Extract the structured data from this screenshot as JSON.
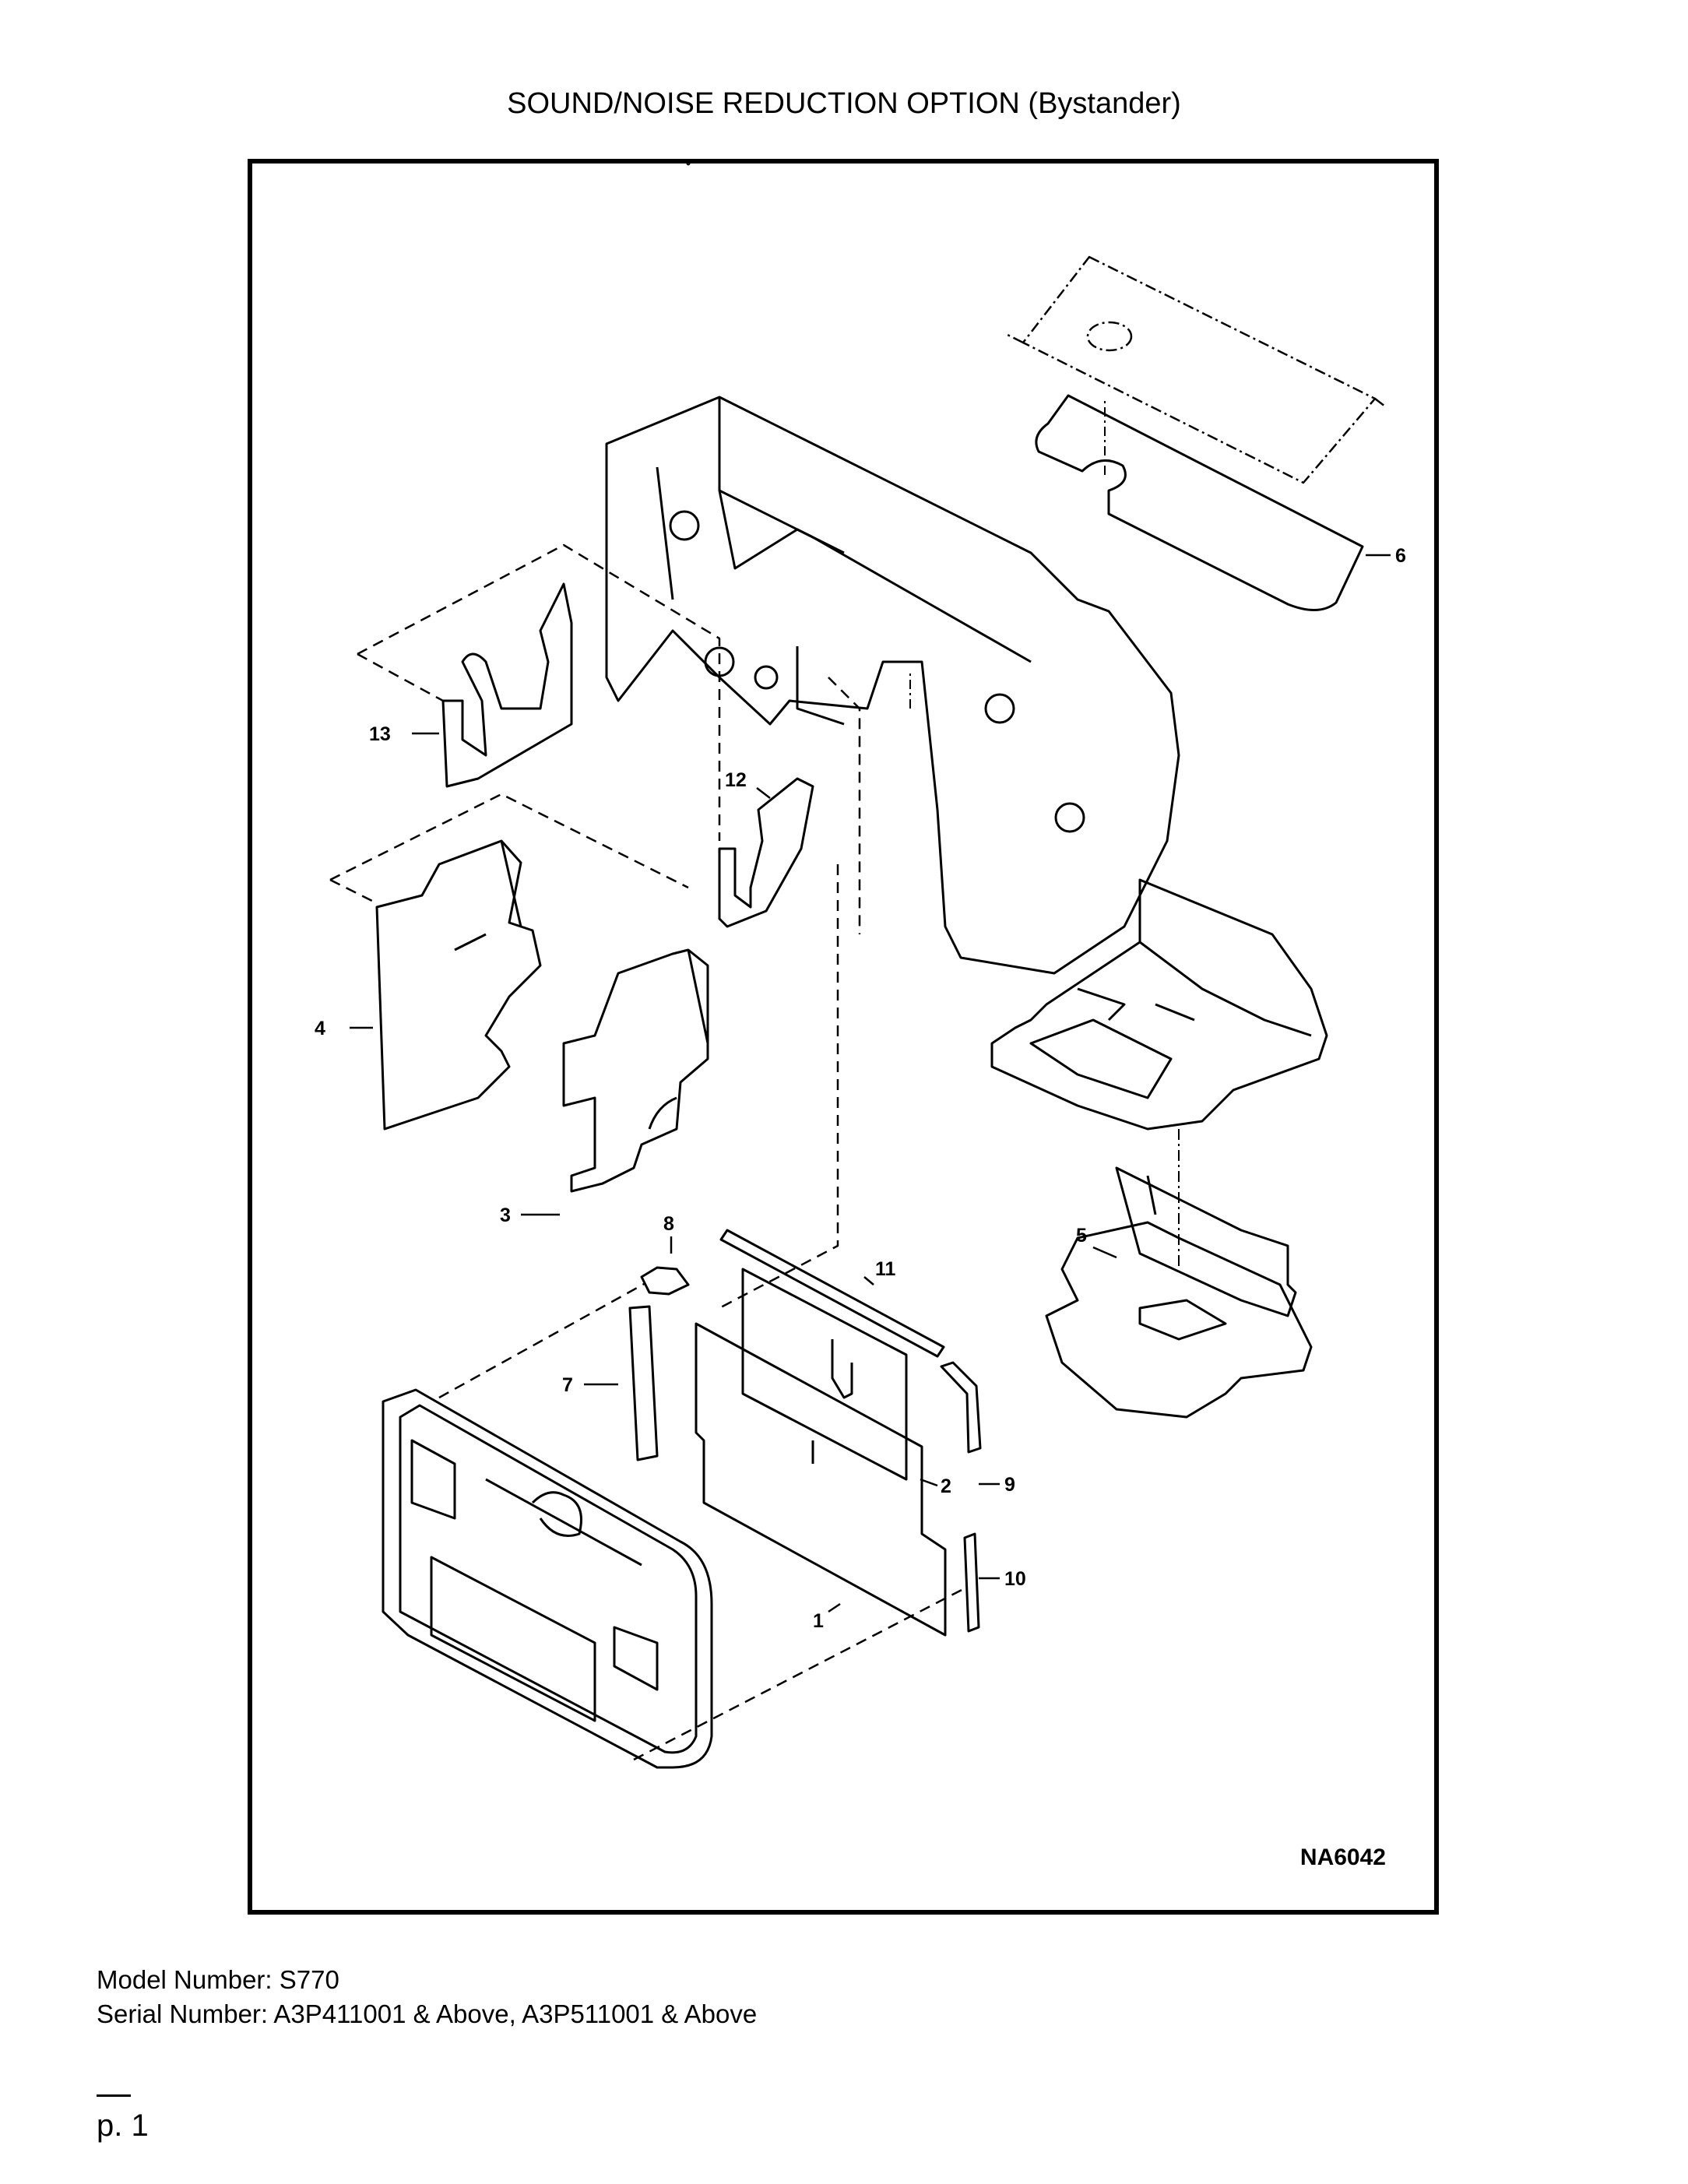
{
  "page": {
    "title": "SOUND/NOISE REDUCTION OPTION (Bystander)",
    "diagram_code": "NA6042",
    "model_line": "Model Number: S770",
    "serial_line": "Serial Number: A3P411001 & Above, A3P511001 & Above",
    "page_number": "p. 1"
  },
  "callouts": [
    {
      "id": "1",
      "label": "1"
    },
    {
      "id": "2",
      "label": "2"
    },
    {
      "id": "3",
      "label": "3"
    },
    {
      "id": "4",
      "label": "4"
    },
    {
      "id": "5",
      "label": "5"
    },
    {
      "id": "6",
      "label": "6"
    },
    {
      "id": "7",
      "label": "7"
    },
    {
      "id": "8",
      "label": "8"
    },
    {
      "id": "9",
      "label": "9"
    },
    {
      "id": "10",
      "label": "10"
    },
    {
      "id": "11",
      "label": "11"
    },
    {
      "id": "12",
      "label": "12"
    },
    {
      "id": "13",
      "label": "13"
    }
  ]
}
